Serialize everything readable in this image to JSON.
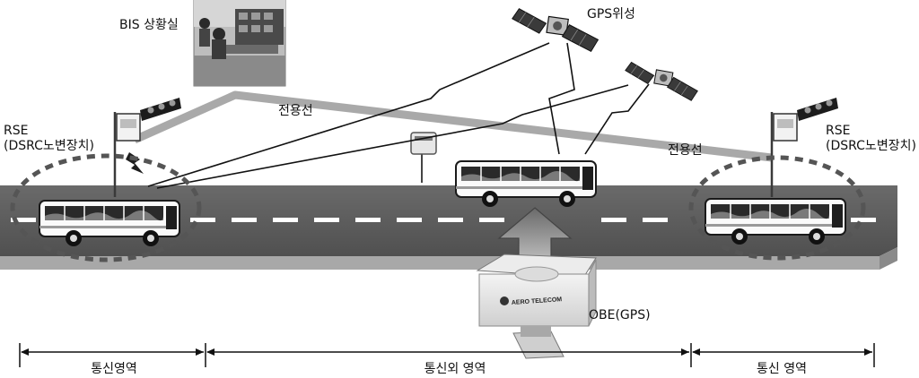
{
  "labels": {
    "control_room": "BIS 상황실",
    "gps_satellite": "GPS위성",
    "dedicated_line_left": "전용선",
    "dedicated_line_right": "전용선",
    "rse_left_line1": "RSE",
    "rse_left_line2": "(DSRC노변장치)",
    "rse_right_line1": "RSE",
    "rse_right_line2": "(DSRC노변장치)",
    "obe": "OBE(GPS)",
    "obe_brand": "AERO TELECOM"
  },
  "zones": {
    "left": "통신영역",
    "middle": "통신외 영역",
    "right": "통신 영역"
  }
}
